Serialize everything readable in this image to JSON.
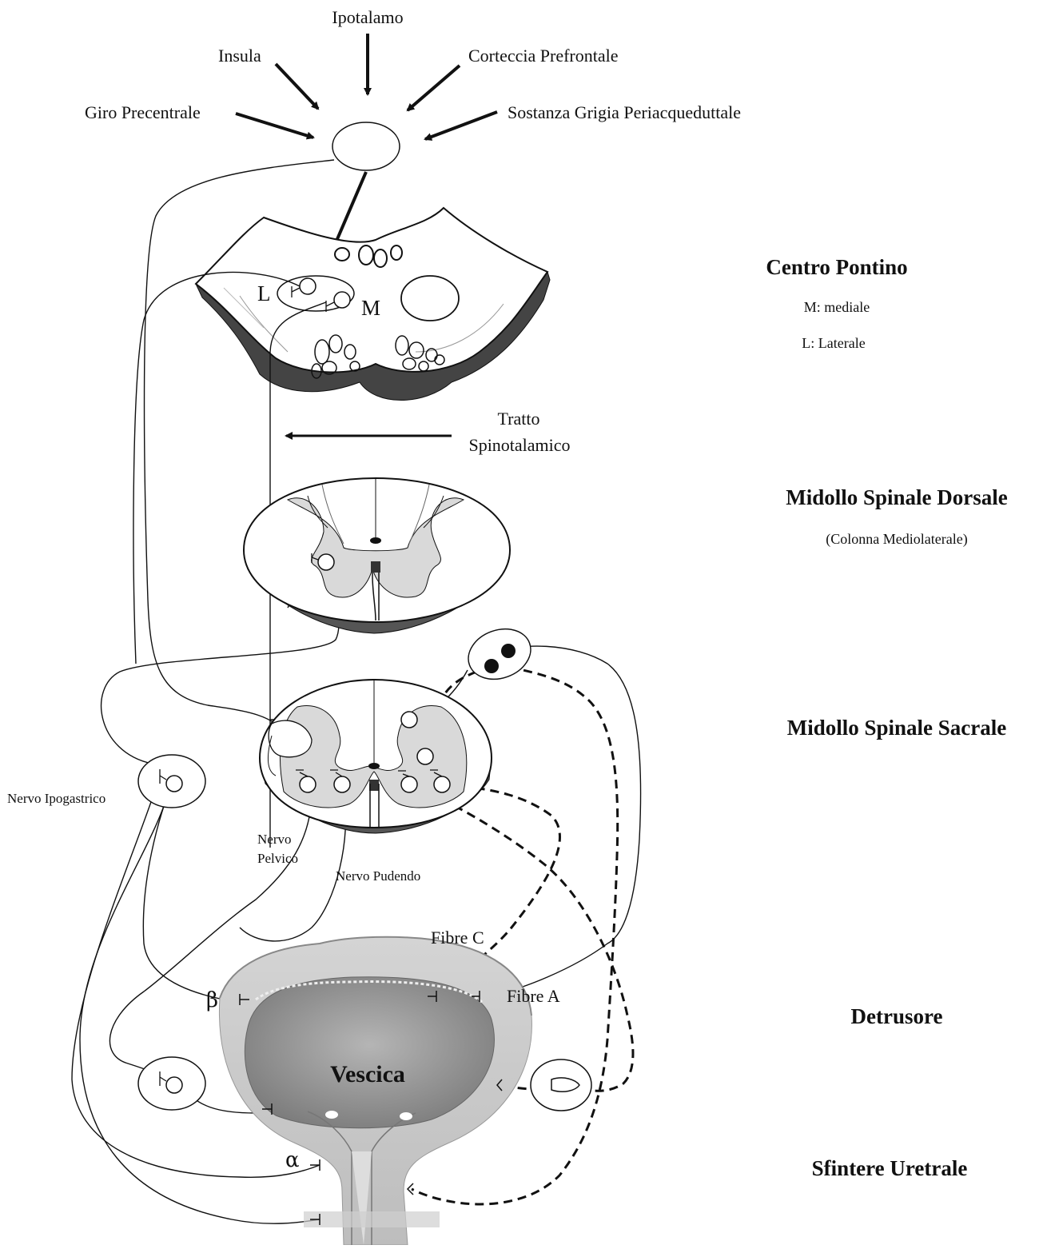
{
  "inputs": {
    "ipotalamo": "Ipotalamo",
    "insula": "Insula",
    "corteccia": "Corteccia  Prefrontale",
    "giro": "Giro Precentrale",
    "sostanza": "Sostanza Grigia Periacqueduttale"
  },
  "pons": {
    "label_L": "L",
    "label_M": "M"
  },
  "right_labels": {
    "centro_pontino": "Centro Pontino",
    "mediale": "M: mediale",
    "laterale": "L: Laterale",
    "midollo_dorsale": "Midollo Spinale Dorsale",
    "colonna": "(Colonna Mediolaterale)",
    "midollo_sacrale": "Midollo Spinale Sacrale",
    "detrusore": "Detrusore",
    "sfintere": "Sfintere Uretrale"
  },
  "tract": {
    "line1": "Tratto",
    "line2": "Spinotalamico"
  },
  "nerves": {
    "ipogastrico": "Nervo Ipogastrico",
    "pelvico_1": "Nervo",
    "pelvico_2": "Pelvico",
    "pudendo": "Nervo Pudendo",
    "fibre_c": "Fibre C",
    "fibre_a": "Fibre A"
  },
  "bladder": {
    "label": "Vescica",
    "beta": "β",
    "alpha": "α"
  },
  "colors": {
    "ink": "#111111",
    "gray_matter": "#d9d9d9",
    "bladder_wall": "#c8c8c8",
    "bladder_inner": "#9a9a9a"
  }
}
